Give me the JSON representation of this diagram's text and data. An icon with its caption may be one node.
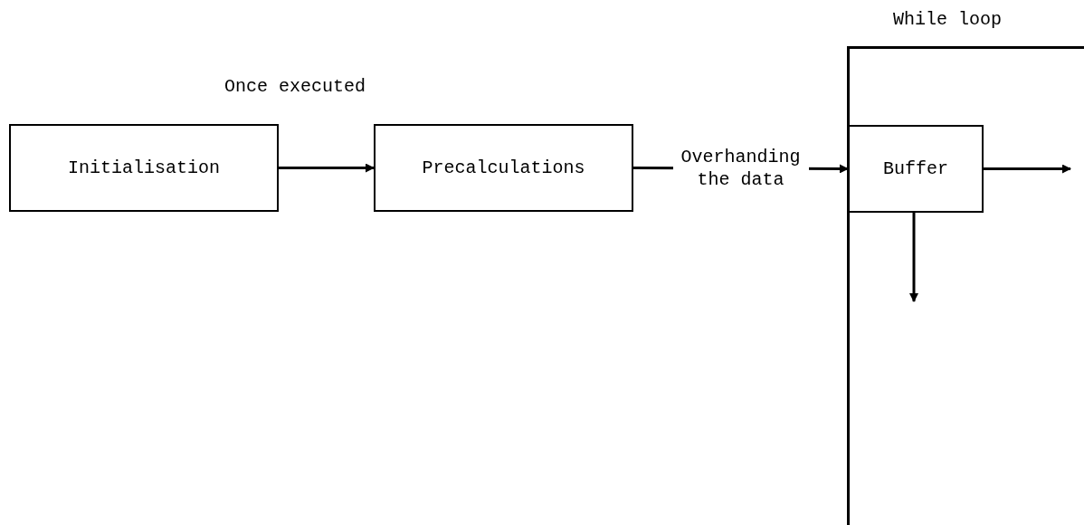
{
  "diagram": {
    "nodes": [
      {
        "text": [
          "Initialisation"
        ]
      },
      {
        "text": [
          "Precalculations"
        ]
      },
      {
        "text": [
          "While loop"
        ]
      },
      {
        "text": [
          "Buffer"
        ],
        "in": 2
      }
    ],
    "edges": [
      {
        "from": 0,
        "to": 1,
        "arrow": "to"
      },
      {
        "from": 1,
        "to": 3,
        "arrow": "to",
        "label": "Overhanding the data"
      },
      {
        "from": 3,
        "to": null,
        "arrow": "to"
      },
      {
        "from": 3,
        "to": null,
        "arrow": "to"
      }
    ],
    "labels": [
      "Once executed"
    ]
  }
}
